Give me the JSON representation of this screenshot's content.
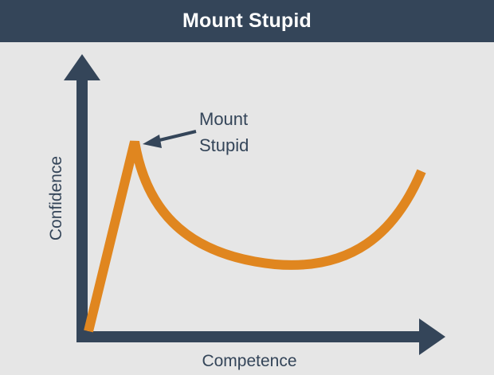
{
  "title": "Mount Stupid",
  "annotation": {
    "line1": "Mount",
    "line2": "Stupid"
  },
  "axes": {
    "x_label": "Competence",
    "y_label": "Confidence"
  },
  "colors": {
    "header_background": "#344559",
    "background": "#e6e6e6",
    "axis": "#344559",
    "curve": "#e0861f",
    "text": "#344559"
  }
}
